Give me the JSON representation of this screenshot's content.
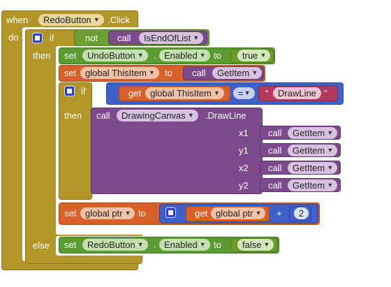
{
  "colors": {
    "control": "#b39628",
    "control_dark": "#8a7218",
    "event": "#b39628",
    "setter": "#5b9b33",
    "global": "#d8612a",
    "procedure": "#7c4a8d",
    "logic": "#6b9b2a",
    "math": "#3d61c9",
    "text": "#b23a5e",
    "not": "#6f9e35"
  },
  "event": {
    "when": "when",
    "component": "RedoButton",
    "event": ".Click",
    "do": "do"
  },
  "if_outer": {
    "if": "if",
    "then": "then",
    "else": "else",
    "not": "not",
    "call": "call",
    "proc": "IsEndOfList"
  },
  "set_undo": {
    "set": "set",
    "component": "UndoButton",
    "dot": ".",
    "property": "Enabled",
    "to": "to",
    "value": "true"
  },
  "set_item": {
    "set": "set",
    "variable": "global ThisItem",
    "to": "to",
    "call": "call",
    "proc": "GetItem"
  },
  "if_inner": {
    "if": "if",
    "then": "then",
    "get": "get",
    "variable": "global ThisItem",
    "op": "=",
    "quote_open": "“",
    "text": "DrawLine",
    "quote_close": "”"
  },
  "drawline": {
    "call": "call",
    "component": "DrawingCanvas",
    "method": ".DrawLine",
    "params": [
      {
        "label": "x1",
        "call": "call",
        "proc": "GetItem"
      },
      {
        "label": "y1",
        "call": "call",
        "proc": "GetItem"
      },
      {
        "label": "x2",
        "call": "call",
        "proc": "GetItem"
      },
      {
        "label": "y2",
        "call": "call",
        "proc": "GetItem"
      }
    ]
  },
  "set_ptr": {
    "set": "set",
    "variable": "global ptr",
    "to": "to",
    "get": "get",
    "get_var": "global ptr",
    "op": "+",
    "number": "2"
  },
  "set_redo": {
    "set": "set",
    "component": "RedoButton",
    "dot": ".",
    "property": "Enabled",
    "to": "to",
    "value": "false"
  }
}
